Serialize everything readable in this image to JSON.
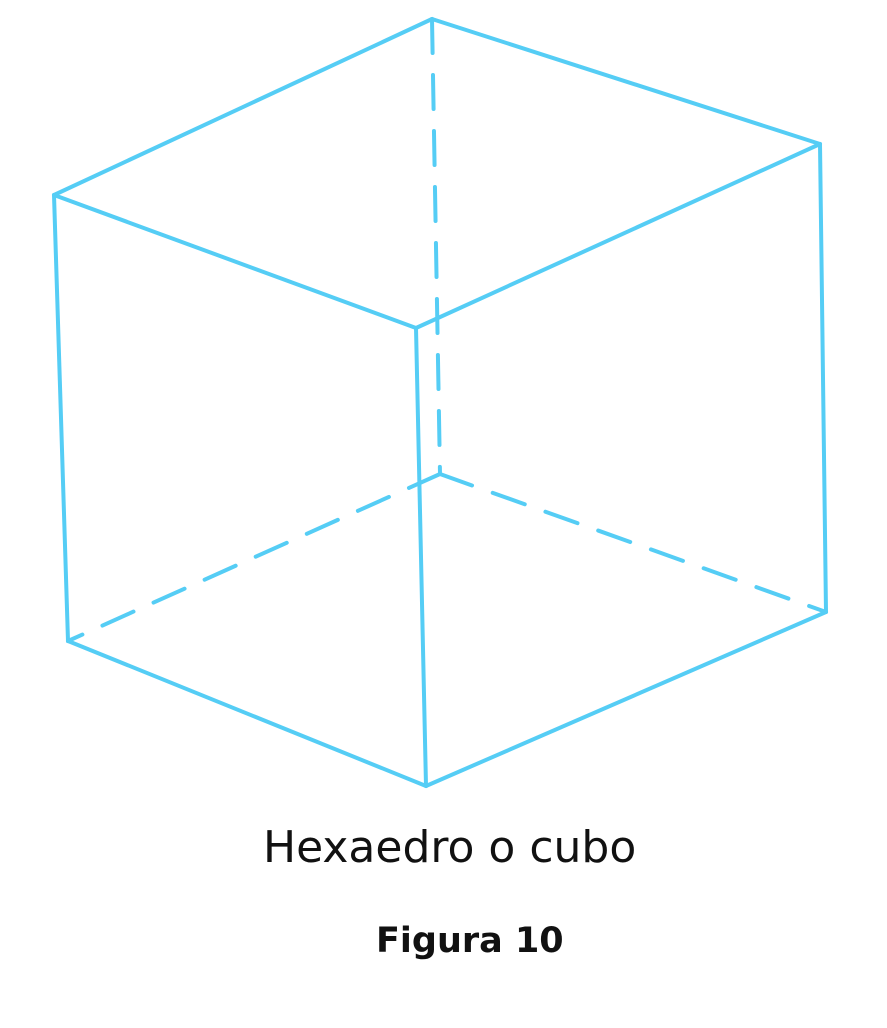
{
  "diagram": {
    "shape": "cube",
    "line_color": "#55CDF5",
    "visible_edges": 9,
    "hidden_edges": 3
  },
  "caption": "Hexaedro o cubo",
  "figure_label": "Figura 10"
}
